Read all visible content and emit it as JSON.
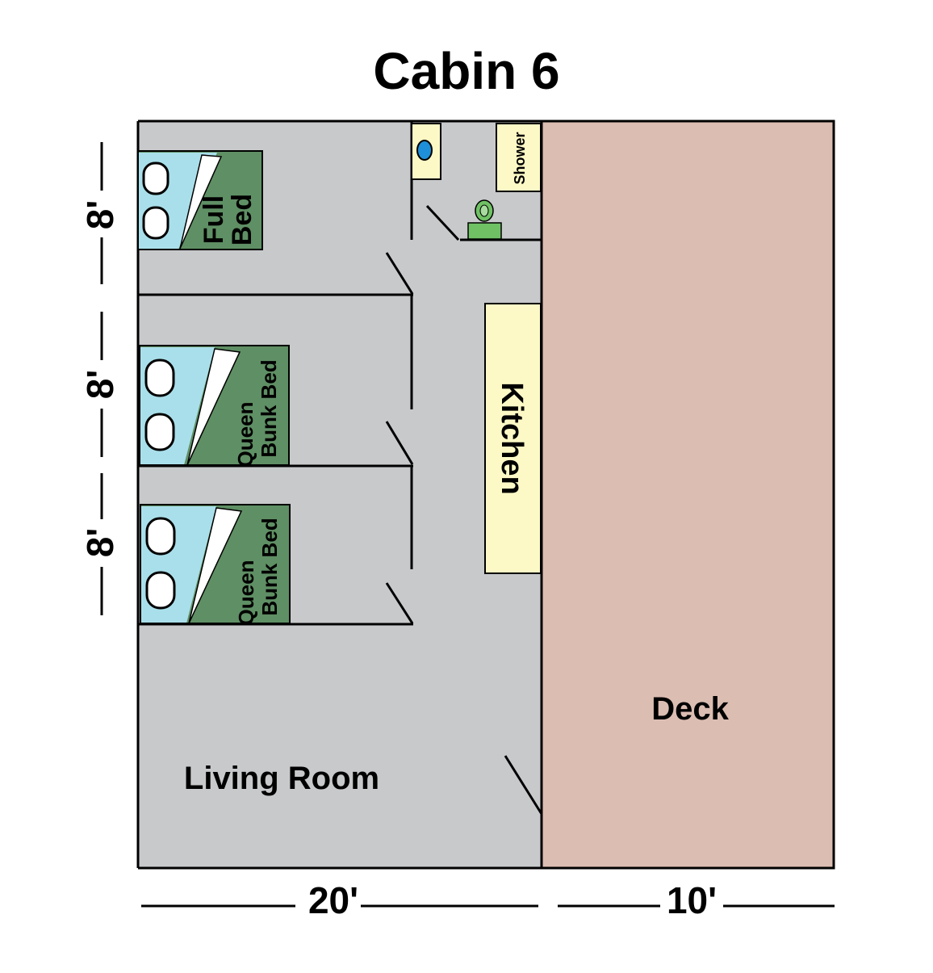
{
  "title": "Cabin 6",
  "colors": {
    "interior": "#c8c9cb",
    "deck": "#dcbdb2",
    "wall": "#000000",
    "mattress": "#a9dfea",
    "blanket": "#5f8f64",
    "sheet": "#ffffff",
    "fixture": "#fcf9c6",
    "toilet": "#6fc164",
    "sink_basin": "#1e8fd8"
  },
  "rooms": {
    "living_room": "Living Room",
    "deck": "Deck",
    "kitchen": "Kitchen",
    "shower": "Shower"
  },
  "beds": [
    {
      "line1": "Full",
      "line2": "Bed"
    },
    {
      "line1": "Queen",
      "line2": "Bunk Bed"
    },
    {
      "line1": "Queen",
      "line2": "Bunk Bed"
    }
  ],
  "dimensions": {
    "left": [
      "8'",
      "8'",
      "8'"
    ],
    "bottom": [
      "20'",
      "10'"
    ]
  },
  "icons": {
    "sink": "sink-icon",
    "toilet": "toilet-icon",
    "pillow": "pillow-icon"
  }
}
